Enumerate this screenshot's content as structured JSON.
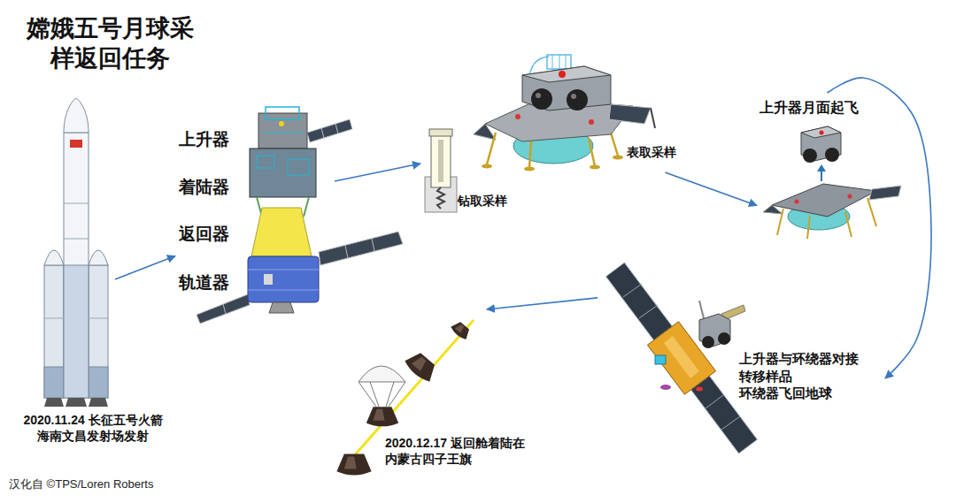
{
  "diagram": {
    "title": "嫦娥五号月球采 样返回任务",
    "nodes": [
      {
        "text": [
          "2020.11.24 长征五号火箭 海南文昌发射场发射"
        ]
      },
      {
        "text": [
          "上升器",
          "着陆器",
          "返回器",
          "轨道器"
        ]
      },
      {
        "text": [
          "钻取采样"
        ]
      },
      {
        "text": [
          "表取采样"
        ]
      },
      {
        "text": [
          "上升器月面起飞"
        ]
      },
      {
        "text": [
          "上升器与环绕器对接 转移样品 环绕器飞回地球"
        ]
      },
      {
        "text": [
          "2020.12.17 返回舱着陆在 内蒙古四子王旗"
        ]
      }
    ],
    "edges": [
      {
        "from": 0,
        "to": 1,
        "arrow": "to"
      },
      {
        "from": 1,
        "to": 2,
        "arrow": "to"
      },
      {
        "from": 3,
        "to": 4,
        "arrow": "to"
      },
      {
        "from": 4,
        "to": 5,
        "arrow": "to"
      },
      {
        "from": 5,
        "to": 6,
        "arrow": "to"
      }
    ],
    "labels": [
      "汉化自 ©TPS/Loren Roberts"
    ]
  }
}
